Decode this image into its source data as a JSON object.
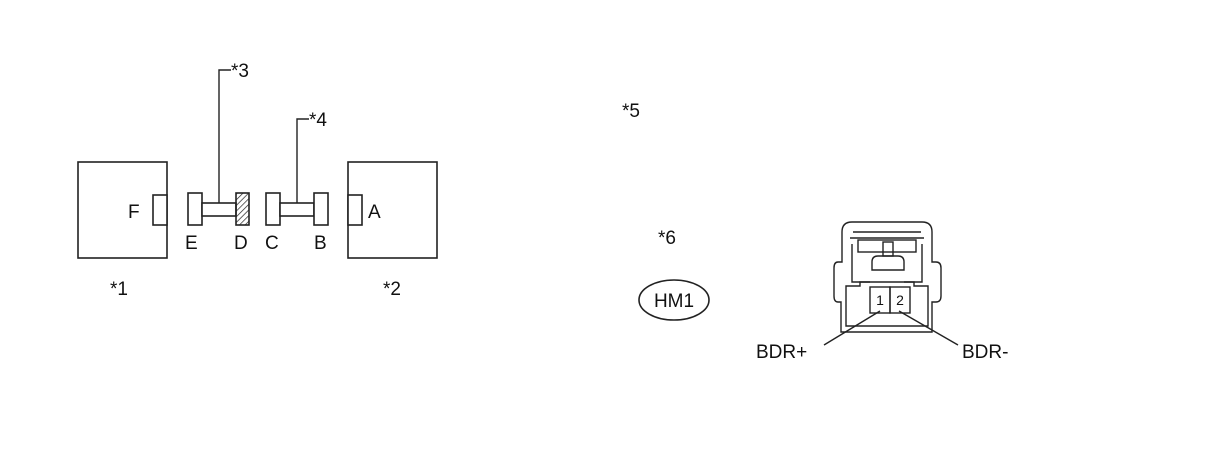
{
  "callouts": {
    "c1": "*1",
    "c2": "*2",
    "c3": "*3",
    "c4": "*4",
    "c5": "*5",
    "c6": "*6"
  },
  "connector_letters": {
    "a": "A",
    "b": "B",
    "c": "C",
    "d": "D",
    "e": "E",
    "f": "F"
  },
  "connector_code": "HM1",
  "pins": {
    "pin1": "1",
    "pin2": "2"
  },
  "signals": {
    "pin1_signal": "BDR+",
    "pin2_signal": "BDR-"
  }
}
